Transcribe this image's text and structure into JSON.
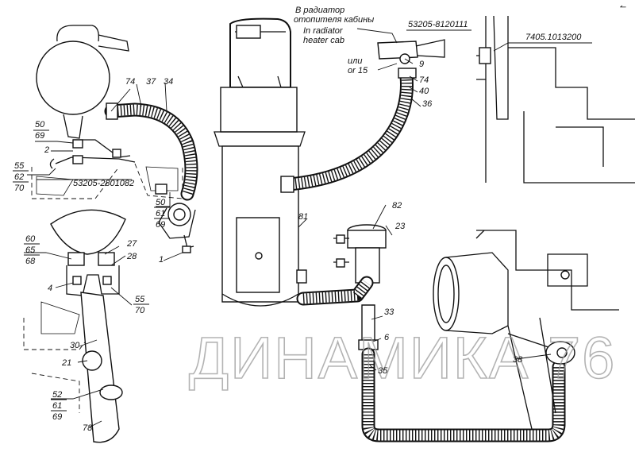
{
  "callouts": {
    "c50a": "50",
    "c69a": "69",
    "c2": "2",
    "c55a": "55",
    "c62": "62",
    "c70a": "70",
    "c74a": "74",
    "c37": "37",
    "c34": "34",
    "c50b": "50",
    "c61a": "61",
    "c69b": "69",
    "c1": "1",
    "c60": "60",
    "c65": "65",
    "c68": "68",
    "c27": "27",
    "c28": "28",
    "c4": "4",
    "c55b": "55",
    "c70b": "70",
    "c30": "30",
    "c21": "21",
    "c52": "52",
    "c61b": "61",
    "c69c": "69",
    "c78": "78",
    "c81": "81",
    "c82": "82",
    "c23": "23",
    "c9": "9",
    "c74b": "74",
    "c40": "40",
    "c36": "36",
    "c33": "33",
    "c6": "6",
    "c35": "35",
    "c38": "38"
  },
  "part_numbers": {
    "p1": "53205-2801082",
    "p2": "53205-8120111",
    "p3": "7405.1013200"
  },
  "notes": {
    "ru_line1": "В радиатор",
    "ru_line2": "отопителя кабины",
    "en_line1": "In radiator",
    "en_line2": "heater cab",
    "or_ru": "или",
    "or_en": "or 15"
  },
  "watermark": "ДИНАМИКА 76",
  "icons": {
    "top_right_mark": "small-dash-mark"
  }
}
